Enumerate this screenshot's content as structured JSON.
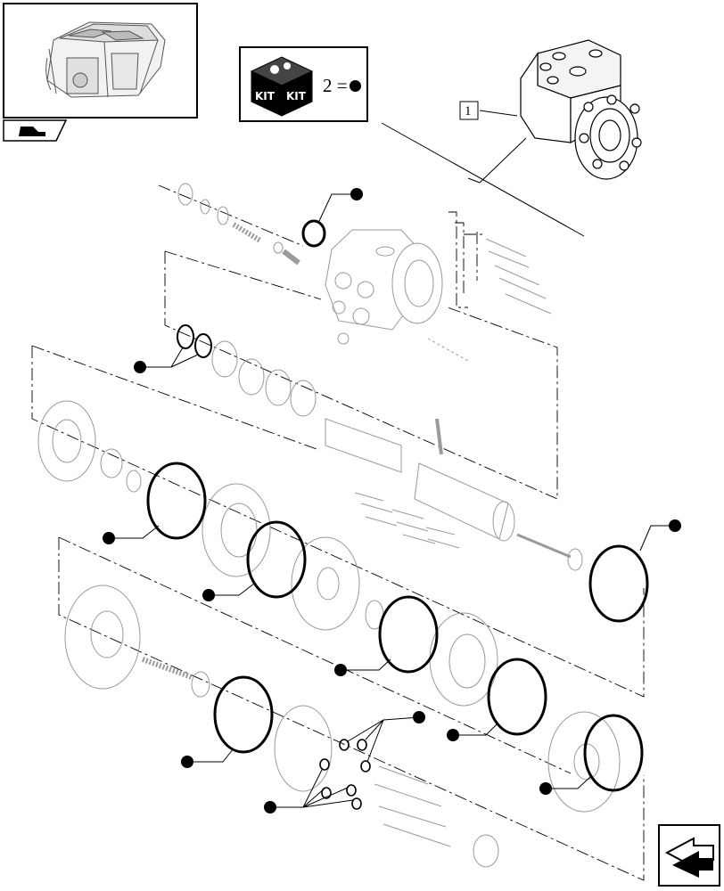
{
  "kit_legend": {
    "badge_text_1": "KIT",
    "badge_text_2": "KIT",
    "equation": "2 ="
  },
  "callouts": {
    "item_1": "1"
  },
  "icons": {
    "thumbnail": "cab-thumbnail-icon",
    "tab": "section-tab-icon",
    "kit": "kit-box-icon",
    "navigation": "next-page-arrow-icon",
    "marker": "kit-bullet-icon"
  },
  "colors": {
    "line": "#000000",
    "faint_part": "#9a9a9a",
    "seal": "#000000"
  }
}
